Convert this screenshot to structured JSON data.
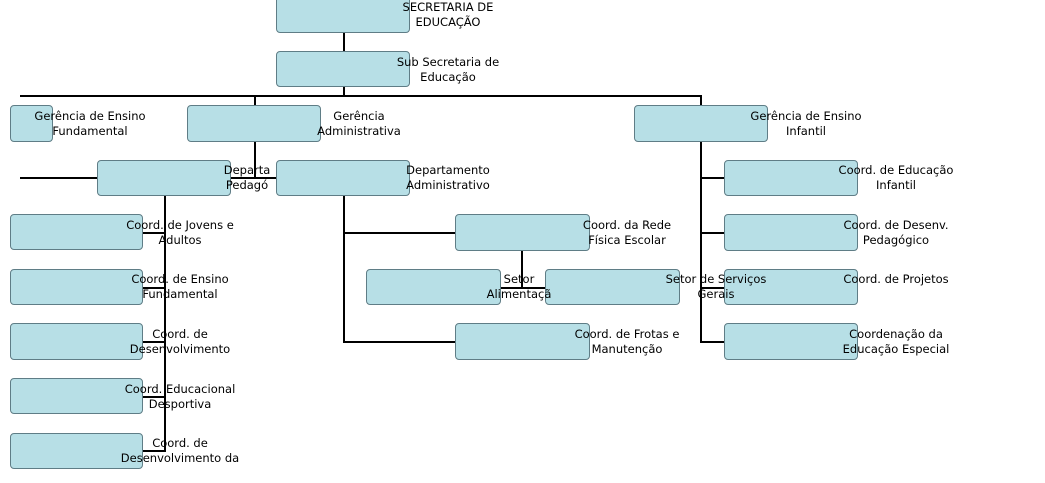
{
  "nodes": {
    "secretaria": {
      "line1": "SECRETARIA DE",
      "line2": "EDUCAÇÃO"
    },
    "sub_secretaria": {
      "line1": "Sub Secretaria de",
      "line2": "Educação"
    },
    "ger_fundamental": {
      "line1": "Gerência de Ensino",
      "line2": "Fundamental"
    },
    "ger_administrativa": {
      "line1": "Gerência",
      "line2": "Administrativa"
    },
    "ger_infantil": {
      "line1": "Gerência de Ensino",
      "line2": "Infantil"
    },
    "dep_pedagogico": {
      "line1": "Departa",
      "line2": "Pedagó"
    },
    "dep_administrativo": {
      "line1": "Departamento",
      "line2": "Administrativo"
    },
    "coord_jovens": {
      "line1": "Coord. de Jovens e",
      "line2": "Adultos"
    },
    "coord_ens_fund": {
      "line1": "Coord. de Ensino",
      "line2": "Fundamental"
    },
    "coord_desenvolvimento": {
      "line1": "Coord. de",
      "line2": "Desenvolvimento"
    },
    "coord_desportiva": {
      "line1": "Coord. Educacional",
      "line2": "Desportiva"
    },
    "coord_desenv_da": {
      "line1": "Coord. de",
      "line2": "Desenvolvimento da"
    },
    "coord_rede_fisica": {
      "line1": "Coord. da Rede",
      "line2": "Física Escolar"
    },
    "setor_alimentacao": {
      "line1": "Setor",
      "line2": "Alimentaçã"
    },
    "setor_servicos": {
      "line1": "Setor de Serviços",
      "line2": "Gerais"
    },
    "coord_frotas": {
      "line1": "Coord. de Frotas e",
      "line2": "Manutenção"
    },
    "coord_educ_infantil": {
      "line1": "Coord. de Educação",
      "line2": "Infantil"
    },
    "coord_desenv_pedagogico": {
      "line1": "Coord. de Desenv.",
      "line2": "Pedagógico"
    },
    "coord_projetos": {
      "line1": "Coord. de Projetos",
      "line2": ""
    },
    "coord_educ_especial": {
      "line1": "Coordenação da",
      "line2": "Educação Especial"
    }
  }
}
